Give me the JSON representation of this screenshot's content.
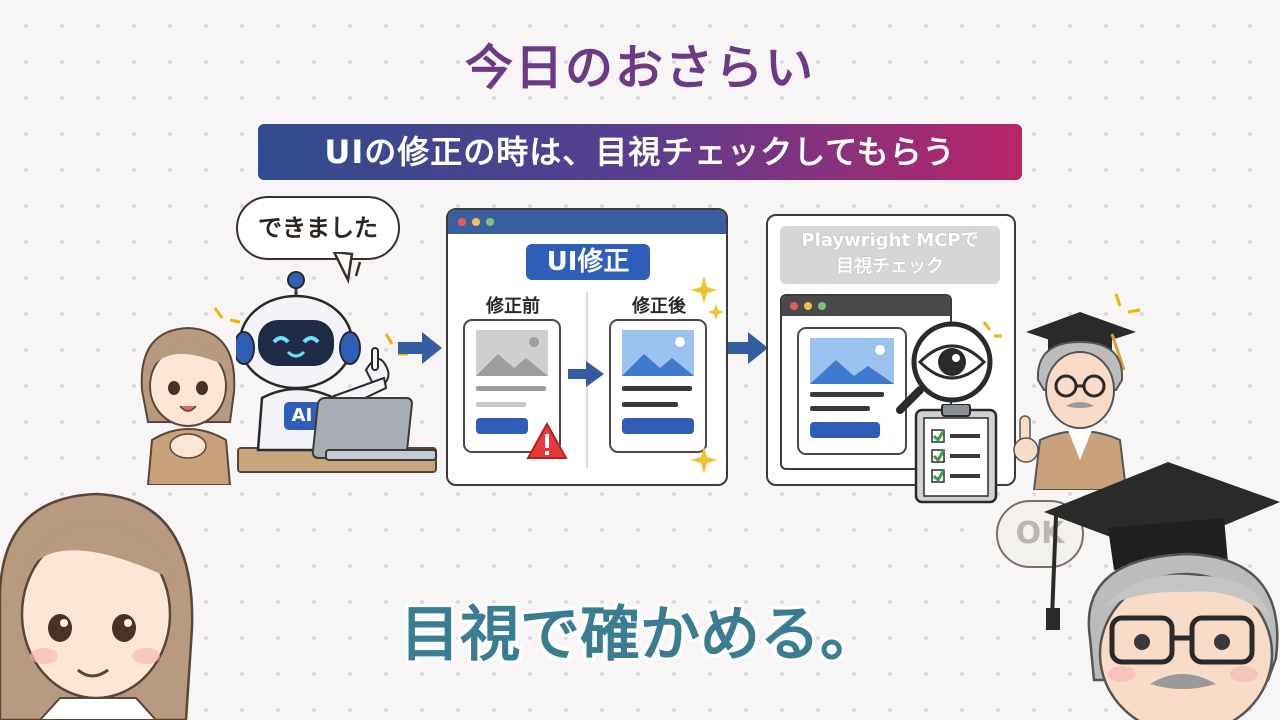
{
  "title": "今日のおさらい",
  "banner": "UIの修正の時は、目視チェックしてもらう",
  "ai_bubble": "できました",
  "robot_badge": "AI",
  "fix_panel": {
    "label": "UI修正",
    "before": "修正前",
    "after": "修正後"
  },
  "check_panel": {
    "label_line1": "Playwright MCPで",
    "label_line2": "目視チェック"
  },
  "ok_bubble": "OK",
  "subtitle": "目視で確かめる。",
  "colors": {
    "title": "#6d3b86",
    "banner_start": "#2f4d8e",
    "banner_end": "#b8256a",
    "accent_blue": "#2f5eb8",
    "subtitle": "#3a7d90"
  }
}
